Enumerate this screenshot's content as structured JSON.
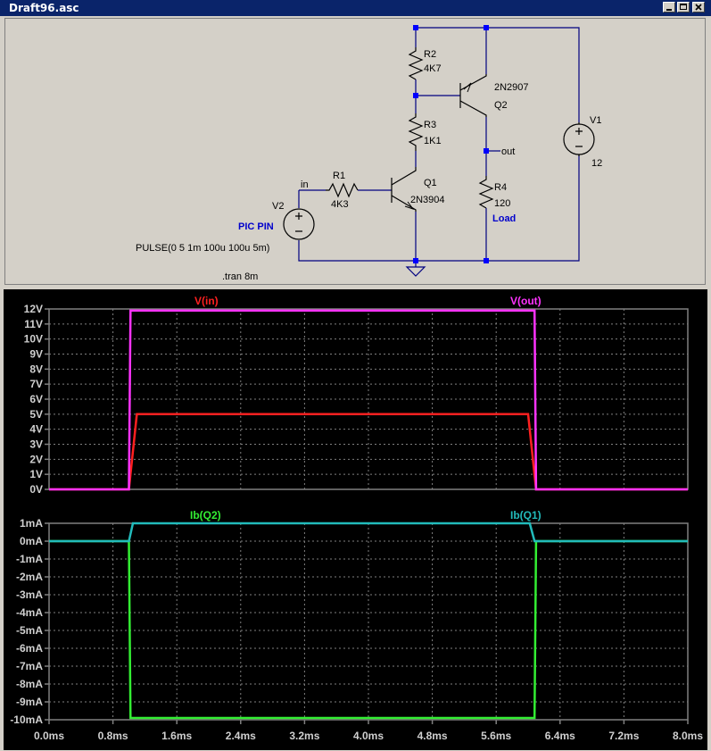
{
  "window": {
    "title": "Draft96.asc"
  },
  "schematic": {
    "nodes": {
      "in": "in",
      "out": "out"
    },
    "components": [
      {
        "ref": "R2",
        "value": "4K7"
      },
      {
        "ref": "R3",
        "value": "1K1"
      },
      {
        "ref": "R1",
        "value": "4K3"
      },
      {
        "ref": "R4",
        "value": "120",
        "note": "Load"
      },
      {
        "ref": "Q1",
        "value": "2N3904"
      },
      {
        "ref": "Q2",
        "value": "2N2907"
      },
      {
        "ref": "V1",
        "value": "12"
      },
      {
        "ref": "V2",
        "value": "PULSE(0 5 1m 100u 100u 5m)",
        "note": "PIC PIN"
      }
    ],
    "directive": ".tran 8m"
  },
  "colors": {
    "v_in": "#ff2020",
    "v_out": "#ff33ff",
    "ib_q2": "#33ee33",
    "ib_q1": "#22bbbb",
    "wire": "#000080",
    "component": "#000080",
    "note": "#0000cc",
    "grid": "#808080"
  },
  "chart_data": [
    {
      "type": "line",
      "x_unit": "ms",
      "x_ticks": [
        "0.0ms",
        "0.8ms",
        "1.6ms",
        "2.4ms",
        "3.2ms",
        "4.0ms",
        "4.8ms",
        "5.6ms",
        "6.4ms",
        "7.2ms",
        "8.0ms"
      ],
      "xlim": [
        0,
        8
      ],
      "ylim": [
        0,
        12
      ],
      "y_ticks": [
        "0V",
        "1V",
        "2V",
        "3V",
        "4V",
        "5V",
        "6V",
        "7V",
        "8V",
        "9V",
        "10V",
        "11V",
        "12V"
      ],
      "series": [
        {
          "name": "V(in)",
          "color": "#ff2020",
          "x": [
            0,
            1.0,
            1.1,
            6.0,
            6.1,
            8.0
          ],
          "y": [
            0,
            0,
            5,
            5,
            0,
            0
          ]
        },
        {
          "name": "V(out)",
          "color": "#ff33ff",
          "x": [
            0,
            1.0,
            1.02,
            6.08,
            6.1,
            8.0
          ],
          "y": [
            0,
            0,
            11.9,
            11.9,
            0,
            0
          ]
        }
      ]
    },
    {
      "type": "line",
      "x_unit": "ms",
      "xlim": [
        0,
        8
      ],
      "ylim": [
        -10,
        1
      ],
      "y_ticks": [
        "1mA",
        "0mA",
        "-1mA",
        "-2mA",
        "-3mA",
        "-4mA",
        "-5mA",
        "-6mA",
        "-7mA",
        "-8mA",
        "-9mA",
        "-10mA"
      ],
      "series": [
        {
          "name": "Ib(Q2)",
          "color": "#33ee33",
          "x": [
            0,
            1.0,
            1.02,
            6.08,
            6.1,
            8.0
          ],
          "y": [
            0,
            0,
            -9.9,
            -9.9,
            0,
            0
          ]
        },
        {
          "name": "Ib(Q1)",
          "color": "#22bbbb",
          "x": [
            0,
            1.0,
            1.05,
            6.02,
            6.08,
            8.0
          ],
          "y": [
            0,
            0,
            1.0,
            1.0,
            0,
            0
          ]
        }
      ]
    }
  ]
}
